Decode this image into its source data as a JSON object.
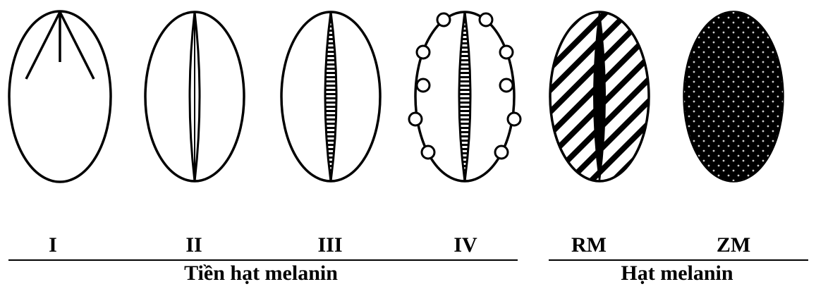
{
  "stages": [
    {
      "id": "I",
      "label": "I"
    },
    {
      "id": "II",
      "label": "II"
    },
    {
      "id": "III",
      "label": "III"
    },
    {
      "id": "IV",
      "label": "IV"
    },
    {
      "id": "RM",
      "label": "RM"
    },
    {
      "id": "ZM",
      "label": "ZM"
    }
  ],
  "groups": {
    "premelanosome": {
      "label": "Tiền hạt melanin"
    },
    "melanosome": {
      "label": "Hạt melanin"
    }
  },
  "colors": {
    "stroke": "#000000",
    "fill_dark": "#000000",
    "dot": "#cccccc"
  }
}
